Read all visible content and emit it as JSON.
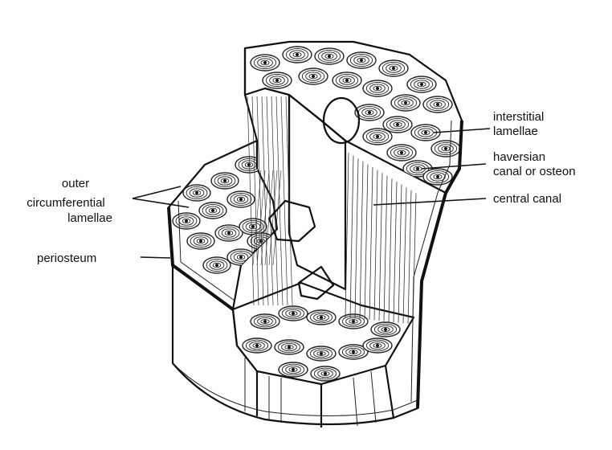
{
  "labels": {
    "interstitial": [
      "interstitial",
      "lamellae"
    ],
    "haversian": [
      "haversian",
      "canal or osteon"
    ],
    "central": "central canal",
    "outer": [
      "outer",
      "circumferential",
      "lamellae"
    ],
    "periosteum": "periosteum"
  },
  "colors": {
    "ink": "#111111",
    "paper": "#ffffff"
  }
}
